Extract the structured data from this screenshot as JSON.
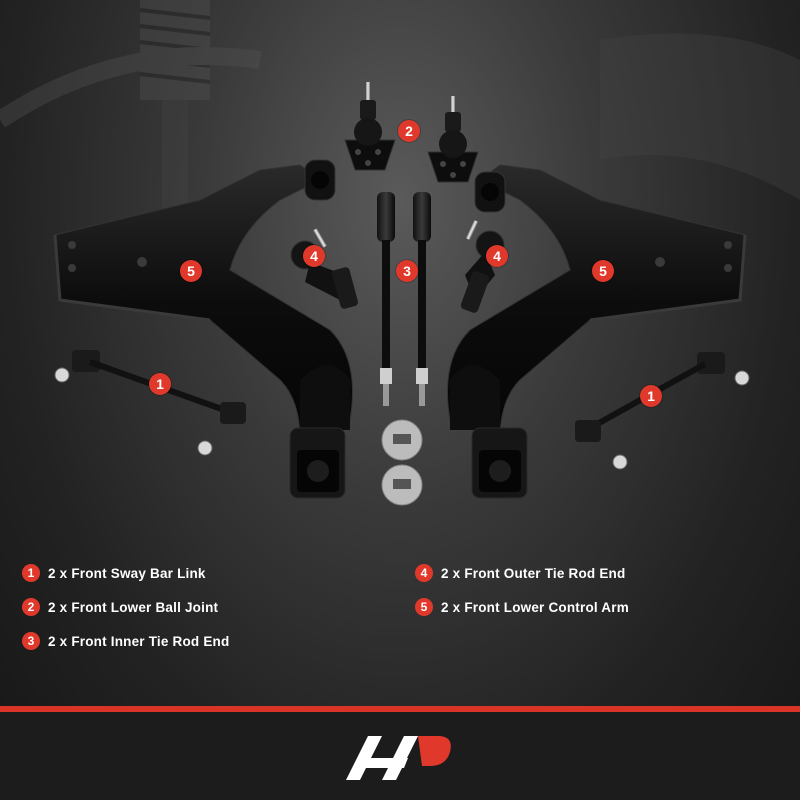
{
  "badges": {
    "b1_left": "1",
    "b1_right": "1",
    "b2": "2",
    "b3": "3",
    "b4_left": "4",
    "b4_right": "4",
    "b5_left": "5",
    "b5_right": "5"
  },
  "legend": [
    {
      "num": "1",
      "label": "2 x Front Sway Bar Link"
    },
    {
      "num": "2",
      "label": "2 x Front Lower Ball Joint"
    },
    {
      "num": "3",
      "label": "2 x Front Inner Tie Rod End"
    },
    {
      "num": "4",
      "label": "2 x Front Outer Tie Rod End"
    },
    {
      "num": "5",
      "label": "2 x Front Lower Control Arm"
    }
  ],
  "colors": {
    "accent": "#e0392b",
    "footer_line": "#d93425",
    "parts": "#0d0d0d"
  },
  "icons": [
    "brand-logo-icon"
  ]
}
